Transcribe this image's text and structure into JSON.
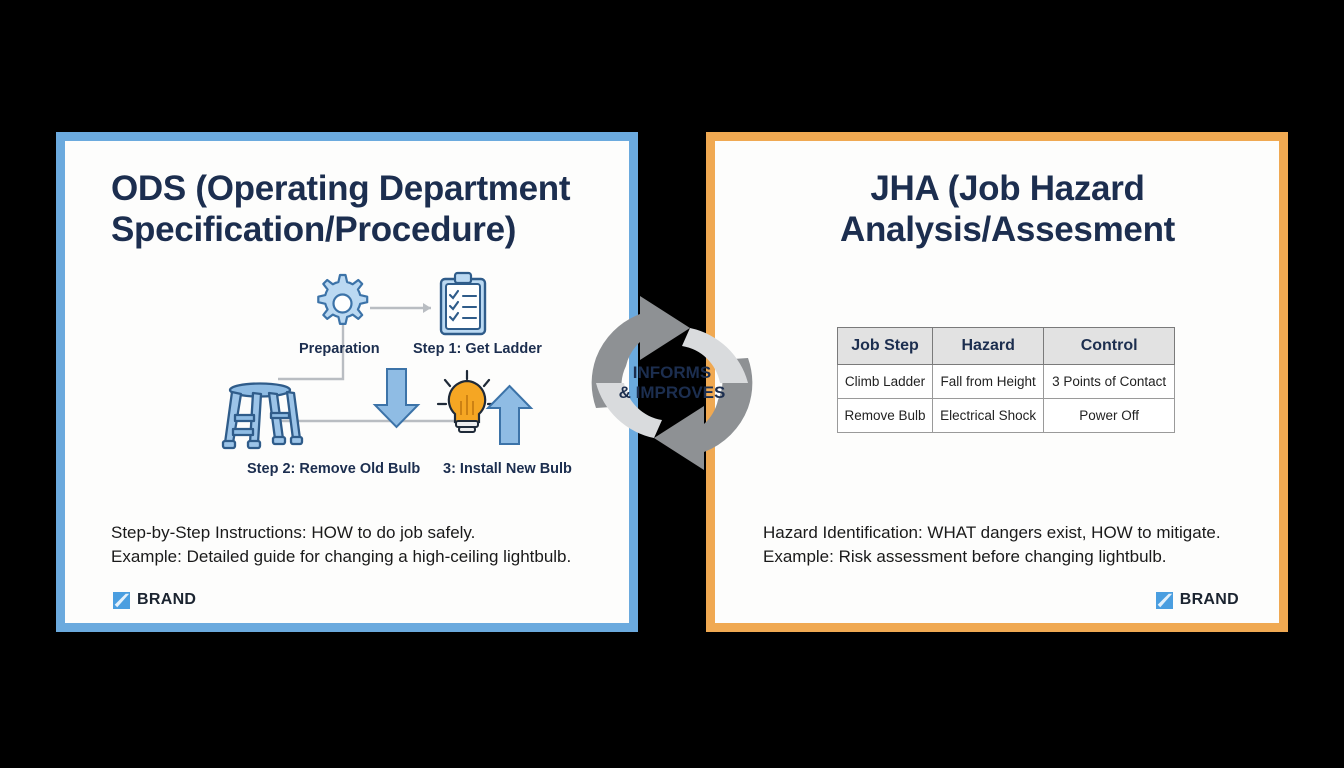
{
  "slide": {
    "background_color": "#000000",
    "accent_blue": "#6BAADE",
    "accent_orange": "#F0A952",
    "title_color": "#1C2E4F"
  },
  "left_panel": {
    "title": "ODS (Operating Department Specification/Procedure)",
    "flow": {
      "nodes": [
        {
          "icon": "gear-icon",
          "label": "Preparation"
        },
        {
          "icon": "clipboard-checklist-icon",
          "label": "Step 1: Get Ladder"
        },
        {
          "icon": "step-ladder-icon",
          "label": "Step 2: Remove Old Bulb"
        },
        {
          "icon": "lightbulb-icon",
          "label": "3: Install New Bulb"
        }
      ]
    },
    "body_line_1": "Step-by-Step Instructions: HOW to do job safely.",
    "body_line_2": "Example: Detailed guide for changing a high-ceiling lightbulb.",
    "brand": "BRAND"
  },
  "right_panel": {
    "title_line_1": "JHA (Job Hazard",
    "title_line_2": "Analysis/Assesment",
    "table": {
      "headers": [
        "Job Step",
        "Hazard",
        "Control"
      ],
      "rows": [
        [
          "Climb Ladder",
          "Fall from Height",
          "3 Points of Contact"
        ],
        [
          "Remove Bulb",
          "Electrical Shock",
          "Power Off"
        ]
      ]
    },
    "body_line_1": "Hazard Identification: WHAT dangers exist, HOW to mitigate.",
    "body_line_2": "Example: Risk assessment before changing lightbulb.",
    "brand": "BRAND"
  },
  "center": {
    "icon": "cycle-arrows-icon",
    "text_line_1": "INFORMS",
    "text_line_2": "& IMPROVES"
  }
}
